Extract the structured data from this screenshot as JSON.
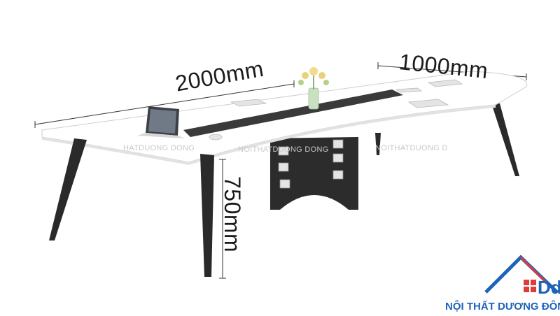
{
  "dimensions": {
    "length": "2000mm",
    "width": "1000mm",
    "height": "750mm"
  },
  "watermarks": [
    "HATDUONG DONG",
    "NOITHATDUONG DONG",
    "NOITHATDUONG D"
  ],
  "brand": {
    "name": "NỘI THẤT DƯƠNG ĐÔNG",
    "logo_text": "Dd"
  },
  "colors": {
    "tabletop": "#ffffff",
    "legs": "#2a2a2a",
    "cable_channel": "#3a3a3a",
    "brand_blue": "#1e63b8",
    "brand_red": "#e03b3b"
  }
}
